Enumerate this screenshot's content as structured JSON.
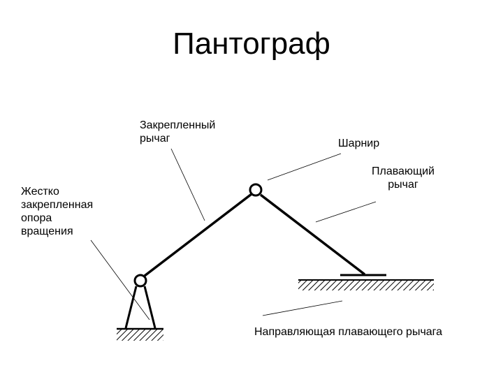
{
  "title": "Пантограф",
  "labels": {
    "fixed_lever": [
      "Закрепленный",
      "рычаг"
    ],
    "hinge": "Шарнир",
    "floating_lever": [
      "Плавающий",
      "рычаг"
    ],
    "rigid_support": [
      "Жестко",
      "закрепленная",
      "опора",
      "вращения"
    ],
    "guide": "Направляющая плавающего рычага"
  },
  "colors": {
    "ink": "#000000",
    "background": "#ffffff"
  }
}
